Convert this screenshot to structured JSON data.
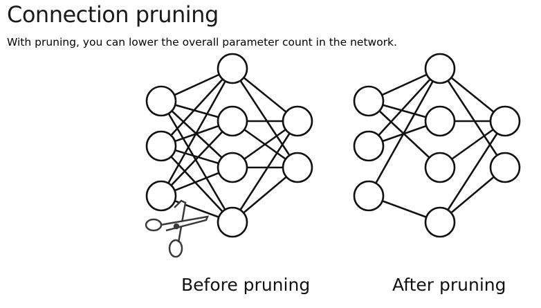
{
  "title": "Connection pruning",
  "subtitle": "With pruning, you can lower the overall parameter count in the network.",
  "captions": {
    "before": "Before pruning",
    "after": "After pruning"
  },
  "icons": [
    "scissors-icon"
  ],
  "colors": {
    "line": "#111111",
    "node_fill": "#ffffff"
  }
}
